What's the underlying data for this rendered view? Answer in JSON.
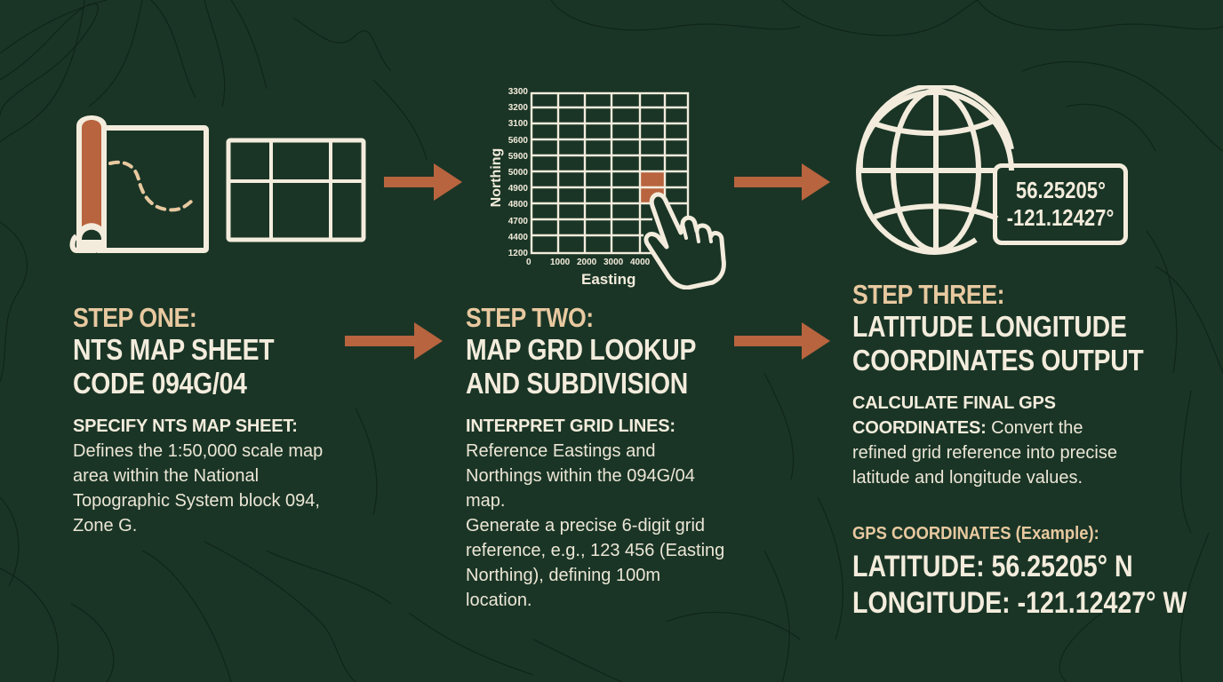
{
  "colors": {
    "background": "#1a3526",
    "cream": "#f3ecdc",
    "tan": "#e8c9a0",
    "accent_rust": "#b8643f"
  },
  "icons": {
    "step1": [
      "map-scroll-icon",
      "map-sheet-grid-icon"
    ],
    "step2": [
      "northing-easting-grid-icon",
      "pointing-hand-icon"
    ],
    "step3": [
      "globe-icon",
      "coordinate-box"
    ],
    "arrows": [
      "arrow-right-icon",
      "arrow-right-icon",
      "arrow-right-icon",
      "arrow-right-icon"
    ]
  },
  "grid_diagram": {
    "y_axis_label": "Northing",
    "x_axis_label": "Easting",
    "y_ticks": [
      "3300",
      "3200",
      "3100",
      "5600",
      "5900",
      "5000",
      "4900",
      "4800",
      "4700",
      "4400",
      "1200"
    ],
    "x_ticks": [
      "0",
      "1000",
      "2000",
      "3000",
      "4000"
    ],
    "highlight_cell": {
      "col": 5,
      "row": 6
    }
  },
  "coordinate_box": {
    "latitude": "56.25205°",
    "longitude": "-121.12427°"
  },
  "steps": [
    {
      "label": "STEP ONE:",
      "title_lines": [
        "NTS MAP SHEET",
        "CODE 094G/04"
      ],
      "subhead": "SPECIFY NTS MAP SHEET:",
      "body_lines": [
        "Defines the 1:50,000 scale map",
        "area within the National",
        "Topographic System block 094,",
        "Zone G."
      ]
    },
    {
      "label": "STEP TWO:",
      "title_lines": [
        "MAP GRD LOOKUP",
        "AND SUBDIVISION"
      ],
      "subhead": "INTERPRET GRID LINES:",
      "body_lines": [
        "Reference Eastings and",
        "Northings within the 094G/04",
        "map.",
        "Generate a precise 6-digit grid",
        "reference, e.g., 123 456 (Easting",
        "Northing), defining 100m",
        "location."
      ]
    },
    {
      "label": "STEP THREE:",
      "title_lines": [
        "LATITUDE LONGITUDE",
        "COORDINATES OUTPUT"
      ],
      "subhead_lines": [
        "CALCULATE FINAL GPS",
        "COORDINATES:"
      ],
      "body_lines": [
        " Convert the",
        "refined grid reference into precise",
        "latitude and longitude values."
      ],
      "example_label": "GPS COORDINATES (Example):",
      "latitude_line": "LATITUDE: 56.25205° N",
      "longitude_line": "LONGITUDE: -121.12427° W"
    }
  ]
}
